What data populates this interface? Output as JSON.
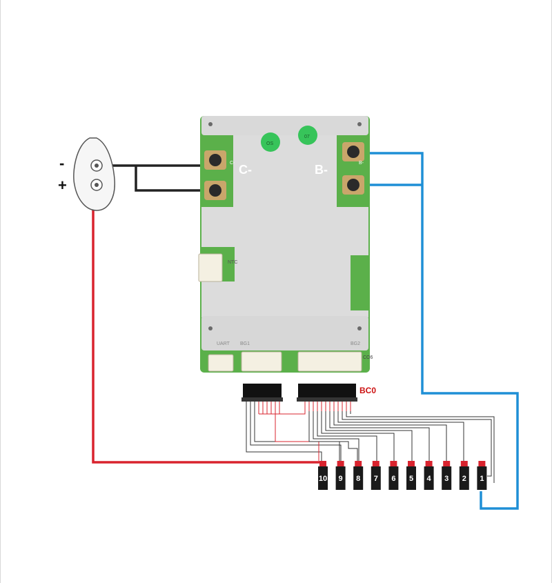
{
  "terminal": {
    "minus_label": "-",
    "plus_label": "+"
  },
  "board": {
    "c_minus_label": "C-",
    "b_minus_label": "B-",
    "c_pad_label": "C-",
    "b_pad_label": "B-",
    "ntc_label": "NTC",
    "uart_label": "UART",
    "bg1_label": "BG1",
    "bg2_label": "BG2",
    "con_label": "CO6",
    "sticker_left": "OS",
    "sticker_right": "07"
  },
  "connector_label": "BC0",
  "cells": [
    "10",
    "9",
    "8",
    "7",
    "6",
    "5",
    "4",
    "3",
    "2",
    "1"
  ],
  "colors": {
    "red_wire": "#d9232e",
    "blue_wire": "#1f8fd6",
    "black_wire": "#222222",
    "pcb_green": "#5bb04a",
    "heatsink": "#dcdcdc"
  }
}
